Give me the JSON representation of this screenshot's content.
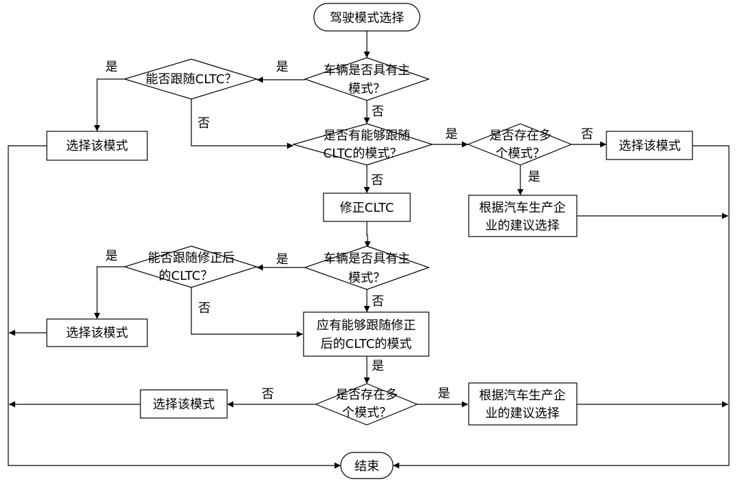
{
  "diagram": {
    "start": "驾驶模式选择",
    "q_main_mode": [
      "车辆是否具有主",
      "模式？"
    ],
    "q_follow_cltc": "能否跟随CLTC？",
    "select_mode_1": "选择该模式",
    "q_any_cltc_mode": [
      "是否有能够跟随",
      "CLTC的模式？"
    ],
    "q_multi_1": [
      "是否存在多",
      "个模式？"
    ],
    "select_mode_2": "选择该模式",
    "oem_suggest_1": [
      "根据汽车生产企",
      "业的建议选择"
    ],
    "fix_cltc": "修正CLTC",
    "q_main_mode_2": [
      "车辆是否具有主",
      "模式？"
    ],
    "q_follow_fixed_cltc": [
      "能否跟随修正后",
      "的CLTC？"
    ],
    "select_mode_3": "选择该模式",
    "should_follow_fixed": [
      "应有能够跟随修正",
      "后的CLTC的模式"
    ],
    "q_multi_2": [
      "是否存在多",
      "个模式？"
    ],
    "select_mode_4": "选择该模式",
    "oem_suggest_2": [
      "根据汽车生产企",
      "业的建议选择"
    ],
    "end": "结束",
    "yes": "是",
    "no": "否"
  }
}
